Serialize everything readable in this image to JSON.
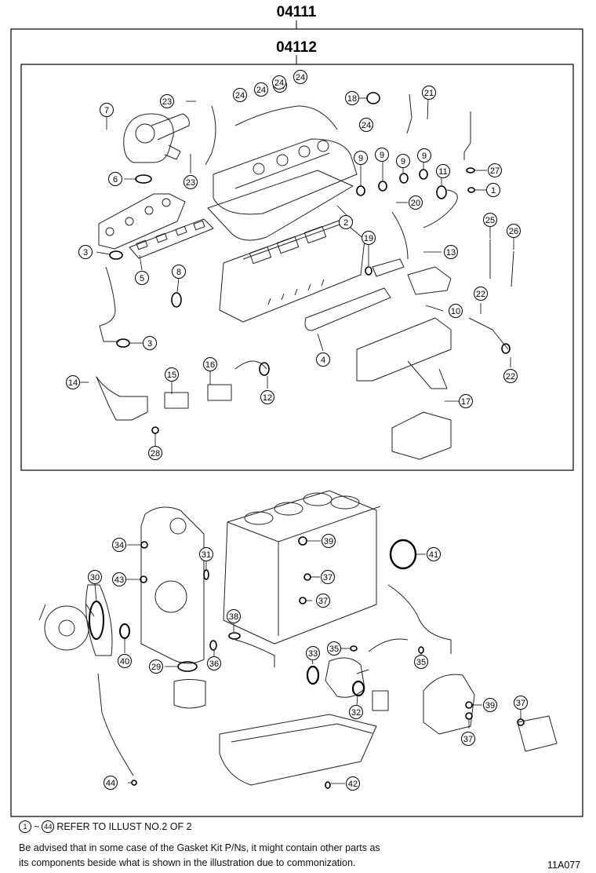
{
  "header": {
    "outer_code": "04111",
    "inner_code": "04112"
  },
  "callouts": [
    {
      "n": "1"
    },
    {
      "n": "2"
    },
    {
      "n": "3"
    },
    {
      "n": "3"
    },
    {
      "n": "4"
    },
    {
      "n": "5"
    },
    {
      "n": "6"
    },
    {
      "n": "7"
    },
    {
      "n": "8"
    },
    {
      "n": "9"
    },
    {
      "n": "9"
    },
    {
      "n": "9"
    },
    {
      "n": "9"
    },
    {
      "n": "10"
    },
    {
      "n": "11"
    },
    {
      "n": "12"
    },
    {
      "n": "13"
    },
    {
      "n": "14"
    },
    {
      "n": "15"
    },
    {
      "n": "16"
    },
    {
      "n": "17"
    },
    {
      "n": "18"
    },
    {
      "n": "19"
    },
    {
      "n": "20"
    },
    {
      "n": "21"
    },
    {
      "n": "22"
    },
    {
      "n": "22"
    },
    {
      "n": "23"
    },
    {
      "n": "23"
    },
    {
      "n": "24"
    },
    {
      "n": "24"
    },
    {
      "n": "24"
    },
    {
      "n": "24"
    },
    {
      "n": "24"
    },
    {
      "n": "24"
    },
    {
      "n": "25"
    },
    {
      "n": "26"
    },
    {
      "n": "27"
    },
    {
      "n": "28"
    },
    {
      "n": "29"
    },
    {
      "n": "30"
    },
    {
      "n": "31"
    },
    {
      "n": "32"
    },
    {
      "n": "33"
    },
    {
      "n": "34"
    },
    {
      "n": "35"
    },
    {
      "n": "35"
    },
    {
      "n": "36"
    },
    {
      "n": "37"
    },
    {
      "n": "37"
    },
    {
      "n": "37"
    },
    {
      "n": "37"
    },
    {
      "n": "38"
    },
    {
      "n": "39"
    },
    {
      "n": "39"
    },
    {
      "n": "40"
    },
    {
      "n": "41"
    },
    {
      "n": "42"
    },
    {
      "n": "43"
    },
    {
      "n": "44"
    }
  ],
  "footer": {
    "refer_from": "1",
    "refer_tilde": "~",
    "refer_to": "44",
    "refer_text": "REFER TO ILLUST NO.2 OF 2",
    "advisory_line1": "Be advised that in some case of the Gasket Kit P/Ns,  it might contain other parts as",
    "advisory_line2": "its components beside what is shown in the illustration due to commonization.",
    "figure_id": "11A077"
  }
}
